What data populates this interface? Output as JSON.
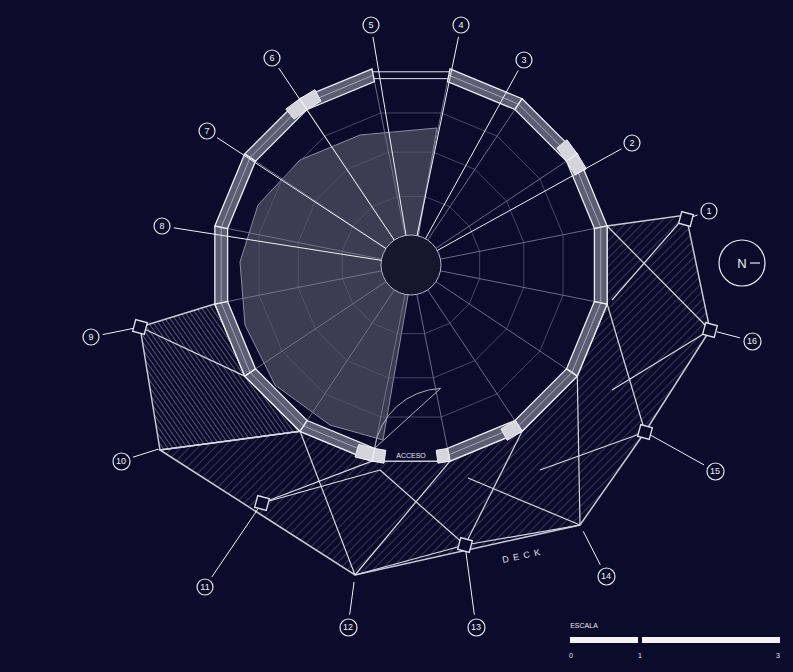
{
  "diagram": {
    "nodes": [
      {
        "text": [
          "1"
        ]
      },
      {
        "text": [
          "2"
        ]
      },
      {
        "text": [
          "3"
        ]
      },
      {
        "text": [
          "4"
        ]
      },
      {
        "text": [
          "5"
        ]
      },
      {
        "text": [
          "6"
        ]
      },
      {
        "text": [
          "7"
        ]
      },
      {
        "text": [
          "8"
        ]
      },
      {
        "text": [
          "9"
        ]
      },
      {
        "text": [
          "10"
        ]
      },
      {
        "text": [
          "11"
        ]
      },
      {
        "text": [
          "12"
        ]
      },
      {
        "text": [
          "13"
        ]
      },
      {
        "text": [
          "14"
        ]
      },
      {
        "text": [
          "15"
        ]
      },
      {
        "text": [
          "16"
        ]
      },
      {
        "text": [
          "N"
        ]
      }
    ],
    "labels": [
      "ACCESO",
      "D E C K",
      "ESCALA",
      "0",
      "1",
      "3"
    ]
  }
}
